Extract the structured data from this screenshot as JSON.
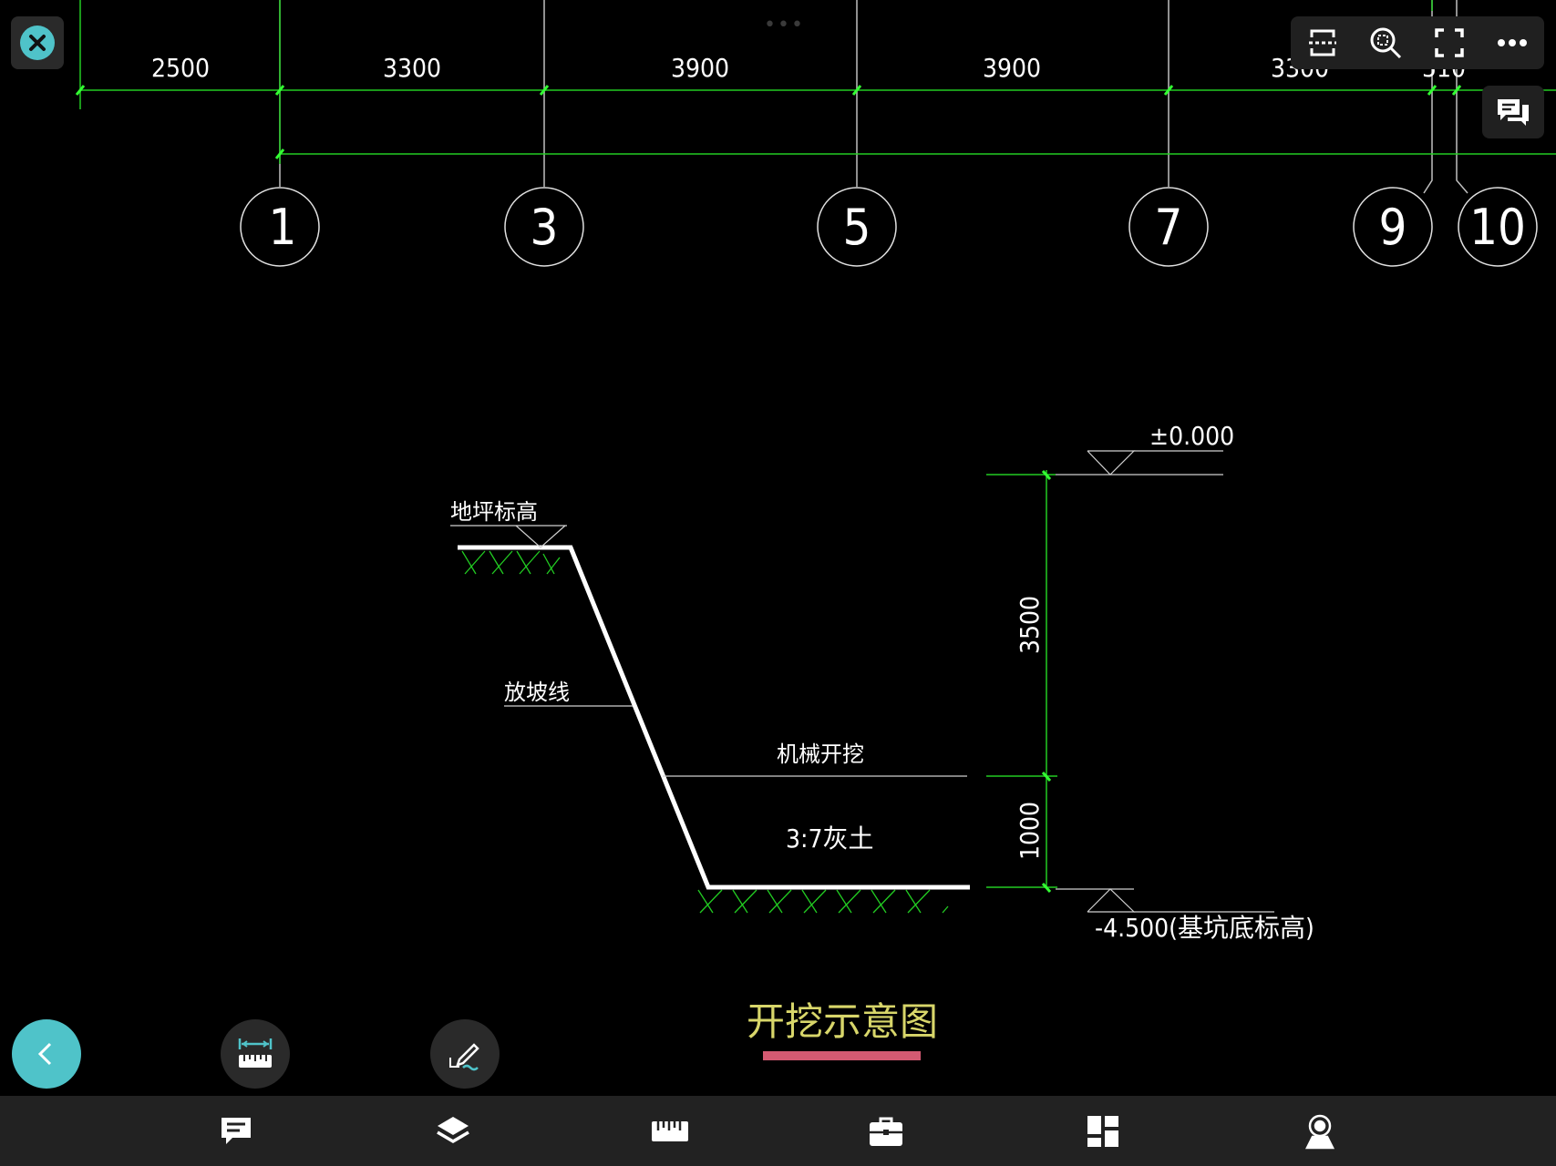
{
  "drawing": {
    "axis_dimensions": [
      "2500",
      "3300",
      "3900",
      "3900",
      "3300",
      "510"
    ],
    "axis_labels": [
      "1",
      "3",
      "5",
      "7",
      "9",
      "10"
    ],
    "labels": {
      "ground_elevation": "地坪标高",
      "slope_line": "放坡线",
      "mechanical_excavation": "机械开挖",
      "lime_soil": "3:7灰土",
      "top_elevation": "±0.000",
      "bottom_elevation": "-4.500(基坑底标高)",
      "dim_upper": "3500",
      "dim_lower": "1000",
      "title": "开挖示意图"
    }
  },
  "toolbar_top": {
    "icons": [
      "section-view-icon",
      "zoom-fit-icon",
      "fullscreen-icon",
      "more-icon"
    ]
  },
  "bottom_nav": {
    "icons": [
      "comments-icon",
      "layers-icon",
      "measure-icon",
      "toolbox-icon",
      "grid-icon",
      "view-icon"
    ]
  },
  "colors": {
    "accent": "#4fc3c9",
    "grid_line": "#22cc22",
    "title_text": "#d8d66a",
    "title_underline": "#d45a72"
  }
}
